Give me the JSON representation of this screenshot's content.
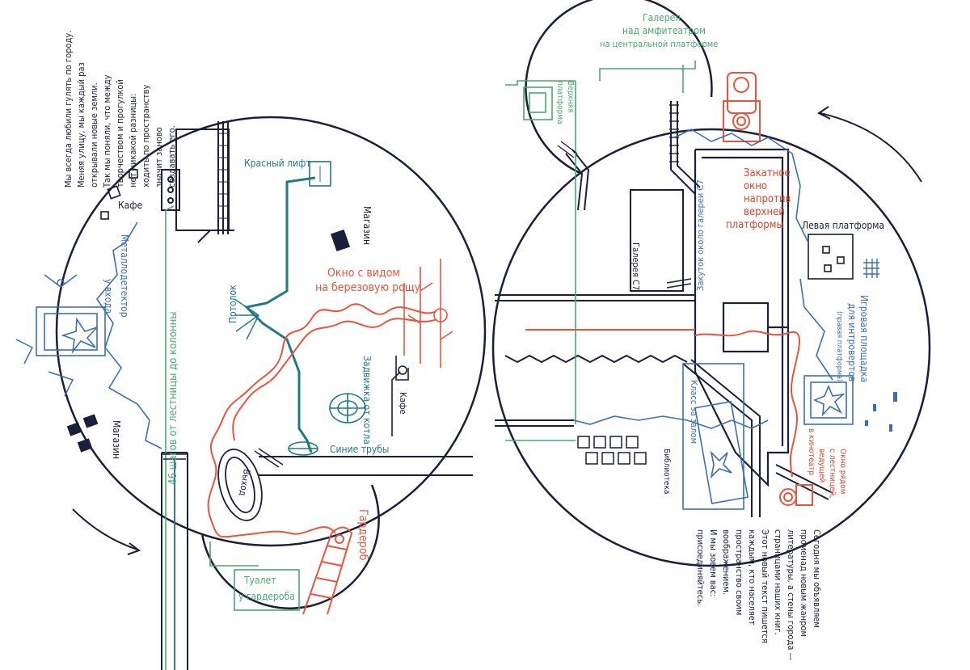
{
  "colors": {
    "ink": "#1a1f3a",
    "blue_route": "#3d6fb0",
    "green_route": "#4aa96c",
    "red_route": "#e8553a",
    "teal_pipe": "#1e7a86",
    "accent_red_text": "#d9432b"
  },
  "left_map": {
    "intro_text": [
      "Мы всегда любили гулять по городу.",
      "Меняя улицу, мы каждый раз",
      "открывали новые земли.",
      "Так мы поняли, что между",
      "творчеством и прогулкой",
      "нет никакой разницы:",
      "ходить по пространству",
      "значит заново",
      "создавать его."
    ],
    "labels": {
      "cafe_top": "Кафе",
      "metal_detector_1": "Металлодетектор",
      "metal_detector_2": "у входа",
      "shop_left": "Магазин",
      "steps_line": "46 шагов от лестницы до колонны",
      "red_lift": "Красный лифт",
      "shop_right": "Магазин",
      "ceiling": "Потолок",
      "window_birch_1": "Окно с видом",
      "window_birch_2": "на березовую рощу",
      "boiler_valve": "Задвижка от котла",
      "cafe_right": "Кафе",
      "blue_pipes": "Синие трубы",
      "exit_sign": "Выход",
      "cloakroom": "Гардероб",
      "toilet_1": "Туалет",
      "toilet_2": "у гардероба"
    }
  },
  "right_map": {
    "labels": {
      "gallery_top_1": "Галерея",
      "gallery_top_2": "над амфитеатром",
      "gallery_top_3": "на центральной платформе",
      "upper_platform_1": "Верхняя",
      "upper_platform_2": "платформа",
      "sunset_window_1": "Закатное",
      "sunset_window_2": "окно",
      "sunset_window_3": "напротив",
      "sunset_window_4": "верхней",
      "sunset_window_5": "платформы",
      "gallery_c7": "Галерея С7",
      "nook_c7": "Закуток около галереи С7",
      "left_platform": "Левая платформа",
      "play_area_1": "Игровая площадка",
      "play_area_2": "для интровертов",
      "play_area_3": "(правая платформа)",
      "class_hall": "Класс за залом",
      "library": "Библиотека",
      "window_stairs_1": "Окно рядом",
      "window_stairs_2": "с лестницей,",
      "window_stairs_3": "ведущей",
      "window_stairs_4": "в кинотеатр"
    },
    "closing_text": [
      "Сегодня мы объявляем",
      "променад новым жанром",
      "литературы, а стены города —",
      "страницами наших книг.",
      "Этот новый текст пишется",
      "каждым, кто населяет",
      "пространство своим",
      "воображением.",
      "И мы зовем вас:",
      "присоединяйтесь."
    ]
  }
}
